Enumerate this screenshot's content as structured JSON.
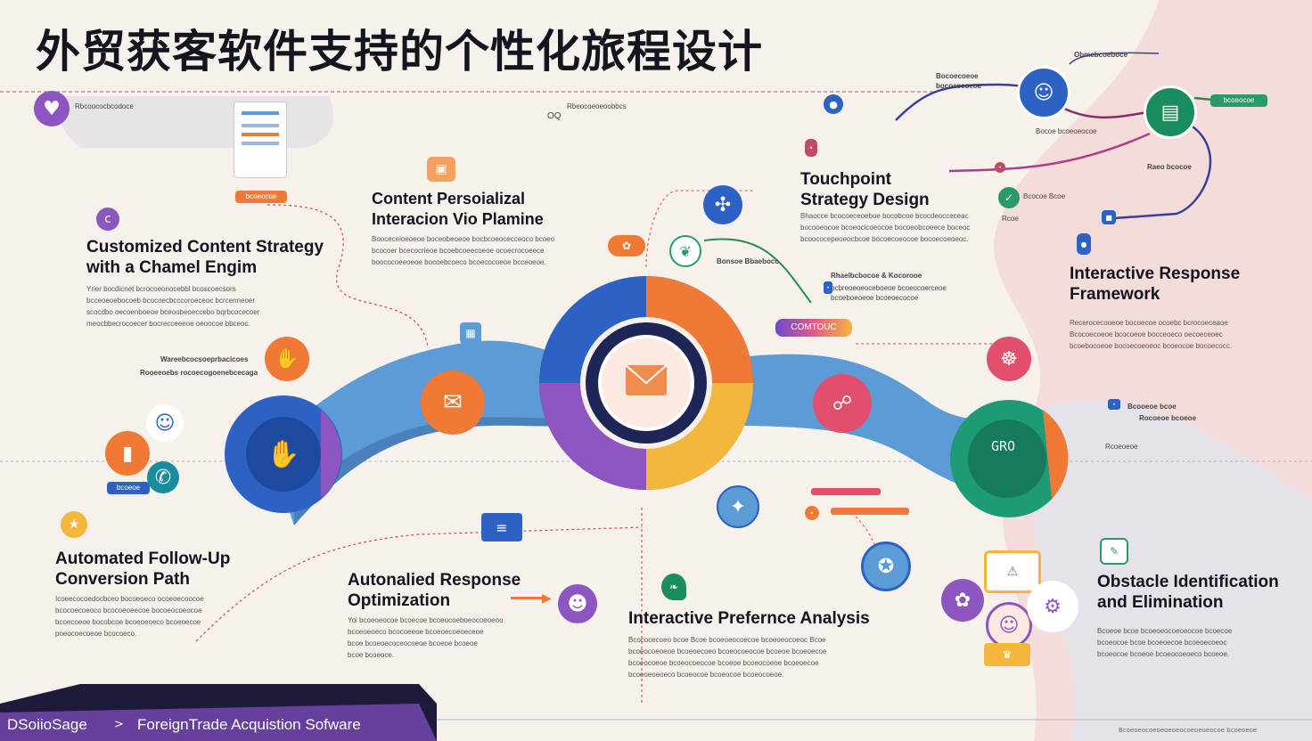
{
  "title": "外贸获客软件支持的个性化旅程设计",
  "sections": {
    "customized": {
      "title": "Customized Content Strategy\nwith a Chamel Engim",
      "body": "Yrier bocdicnet bcrocoeonocebbl bcoscoecsors\nbcceoeoebocoeb bcocoecbcccoroeceoc bcrcenneoer\nscocdbo oecoenboeoe bceoobeoeccebo bqrbcocecoer\nmeocbbecrocoecer bocrecceeeoe oeoocoe bbceoc.",
      "label_a": "Wareebcocsoeprbacicoes",
      "label_b": "Rooeeoebs rocoecogoenebcecaga"
    },
    "content_personal": {
      "title": "Content Persoializal\nInteracion Vio Plamine",
      "body": "Booceceioeoeoe boceobeoeoe bocbcoeocecceoco bcoeo\nbcocoer bcecocrieoe bcoebcoeecoeoe ocoecrocoeece\nboococoeeoeoe bocoebcoeco bcoecocoeoe bcceoeoe."
    },
    "touchpoint": {
      "title": "Touchpoint\nStrategy Design",
      "body": "Bhaocce bcocoeceoeboe bocobcoe bcocdeocceceac\nbocooeocoe bcoeocicoeocoe bocoeobcoeece boceoc\nbcoococepeoeocbcoe bocoecoeocoe bocoecoeoeoc.",
      "label": "Bonsoe Bbaebocc",
      "sub_a": "Rhaelbcbocoe & Kocorooe",
      "sub_b": "bcbreoeoeoceboeoe bcoeocoerceoe\nbcoeboeoeoe bcoeoecocoe"
    },
    "interactive": {
      "title": "Interactive Response\nFramework",
      "body": "Recerocecooeoe bocoecoe ocoebc bcrocoeceaoe\nBcocoecoeoe bcocoeoe bocceoeco oecoeceoec\nbcoebocoeoe bocoecoeoeoc bcoeocoe bocoecocc."
    },
    "automated": {
      "title": "Automated Follow-Up\nConversion Path",
      "body": "Icoeecocoedocbceo bocoeoeco ocoeoecoocoe\nbcocoecoeoco bcocoeoeecoe bocoeocoeocoe\nbcoecoeoe bocobcoe bcoeoeoeco bcoeoecoe\npoeocoecoeoe bcocoeco."
    },
    "autonalized": {
      "title": "Autonalied Response\nOptimization",
      "body": "Yoi bcoeoeocoe bcoecoe bcoeocoeboeocoeoeoo\nbcoeoeoeco bcocoeeoe bcoeoecoeoeceoe\nbcoe bcoeoecoceocoeoe bcoeoe bcoeoe\nbcoe bcoeoce."
    },
    "preference": {
      "title": "Interactive Prefernce Analysis",
      "body": "Bcococecoeo bcoe Bcoe bcoeoeocoecoe bcoeoeocoeoc Bcoe\nbcoeocoeoeoe bcoeoecoeo bcoeocoeocoe bcoeoe bcoeoecoe\nbcoeocoeoe bcoeocoeocoe bcoeoe bcoeocoeoe bcoeoecoe\nbcoeoeoeoeco bcoeocoe bcoeocoe bcoeocoeoe."
    },
    "obstacle": {
      "title": "Obstacle Identification\nand Elimination",
      "body": "Bcoeoe bcoe bcoeoeocoeoeocoe bcoecoe\nbcoeocoe bcoe bcoeoecoe bcoeoecoeoc\nbcoeocoe bcoeoe bcoeocoeoeco bcoeoe."
    }
  },
  "labels": {
    "top_left_tag": "Rbcoococbcodoce",
    "top_center_tag": "Rbeocoeoeoobbcs",
    "oq_tag": "OQ",
    "top_right_a": "Obmcbcoeboce",
    "top_right_b": "Bocoecoeoe\nbocoeceoeoe",
    "green_badge": "bcoeocoe",
    "right_c": "Bocoe bcoeoeocoe",
    "right_d": "Raeo bcocoe",
    "right_e": "Bcocoe Bcoe",
    "right_f": "Rcoe",
    "mid_badge": "COMTOUC",
    "right_mid_a": "Bcooeoe bcoe",
    "right_mid_b": "Rocoeoe bcoeoe",
    "gro_label": "GRO",
    "left_badge": "bcoeoe",
    "doc_badge": "bcoeocoe",
    "right_small": "Rcoeoeoe"
  },
  "footer": {
    "brand": "DSoiioSage",
    "separator": ">",
    "product": "ForeignTrade Acquistion Sofware",
    "note": "Bcoeoeocoeoeoeoeocoeoeoeocoe bcoeoeoe"
  },
  "colors": {
    "ribbon": "#5c9bd6",
    "blue": "#2b62c4",
    "orange": "#f07a35",
    "purple": "#8c55c0",
    "yellow": "#f4b73c",
    "green": "#2a9a6a",
    "teal": "#1b8c7d",
    "pink": "#e24f6c",
    "navy": "#1d2656"
  },
  "icons": {
    "center": "envelope-icon",
    "left_hub": "hands-icon",
    "right_hub": "gro-grid-icon"
  }
}
